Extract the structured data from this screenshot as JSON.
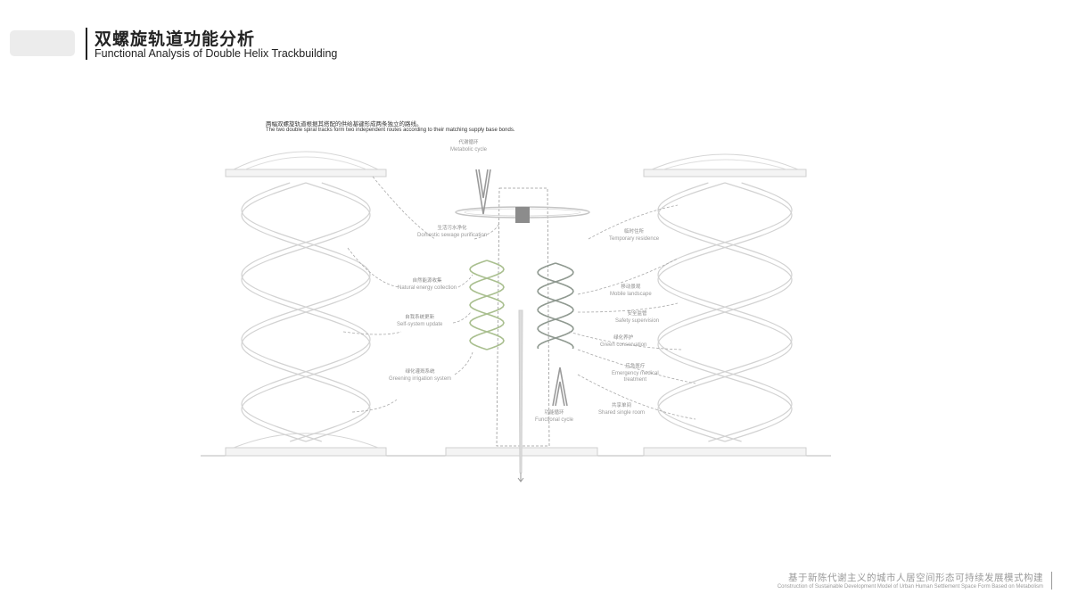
{
  "header": {
    "title_zh": "双螺旋轨道功能分析",
    "title_en": "Functional Analysis of Double Helix Trackbuilding"
  },
  "intro": {
    "zh": "两幅双螺旋轨道根据其搭配的供给基键形成两条独立的路线。",
    "en": "The two double spiral tracks form two independent routes according to their matching supply base bonds."
  },
  "center": {
    "top": {
      "zh": "代谢循环",
      "en": "Metabolic cycle"
    },
    "bottom": {
      "zh": "功能循环",
      "en": "Functional cycle"
    }
  },
  "left_labels": [
    {
      "zh": "生活污水净化",
      "en": "Domestic sewage purification"
    },
    {
      "zh": "自然能源收集",
      "en": "Natural energy collection"
    },
    {
      "zh": "自我系统更新",
      "en": "Self-system update"
    },
    {
      "zh": "绿化灌溉系统",
      "en": "Greening irrigation system"
    }
  ],
  "right_labels": [
    {
      "zh": "临时住所",
      "en": "Temporary residence"
    },
    {
      "zh": "移动景观",
      "en": "Mobile landscape"
    },
    {
      "zh": "安全监管",
      "en": "Safety supervision"
    },
    {
      "zh": "绿化养护",
      "en": "Green conservation"
    },
    {
      "zh": "应急医疗",
      "en": "Emergency medical",
      "en2": "treatment"
    },
    {
      "zh": "共享单间",
      "en": "Shared single room"
    }
  ],
  "footer": {
    "zh": "基于新陈代谢主义的城市人居空间形态可持续发展模式构建",
    "en": "Construction of Sustainable Development Model of Urban Human Settlement Space Form Based on Metabolism"
  },
  "colors": {
    "green_helix": "#a9bf8f",
    "gray_helix": "#8f9990",
    "line": "#c8c8c8"
  }
}
